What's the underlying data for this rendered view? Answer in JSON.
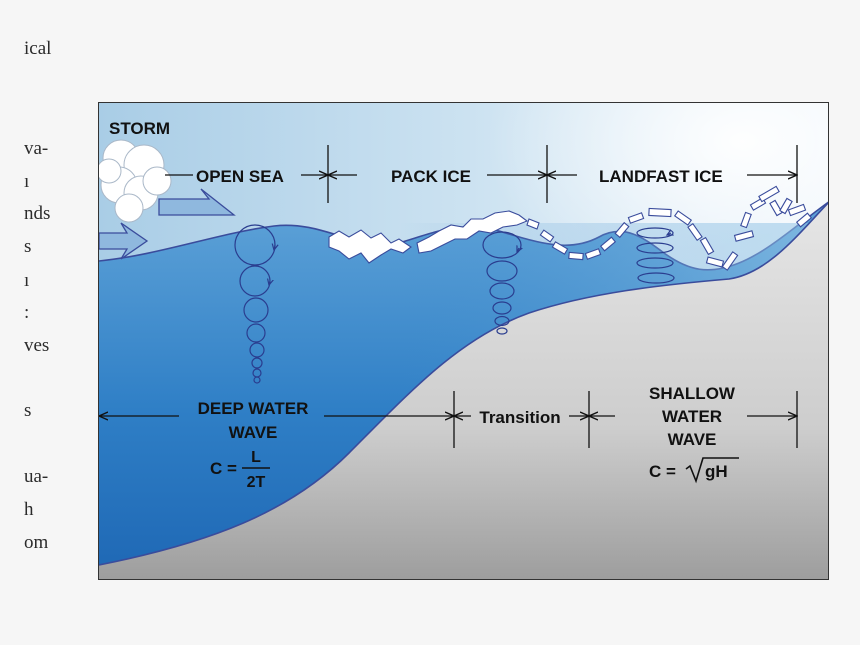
{
  "side_text": [
    "ical",
    "va-",
    "ı",
    "nds",
    "s",
    "ı",
    ":",
    "ves",
    "s",
    "ua-",
    "h",
    "om"
  ],
  "diagram": {
    "storm": "STORM",
    "zones_top": [
      "OPEN SEA",
      "PACK ICE",
      "LANDFAST ICE"
    ],
    "deep": {
      "title_line1": "DEEP WATER",
      "title_line2": "WAVE",
      "formula_lhs": "C =",
      "formula_num": "L",
      "formula_den": "2T"
    },
    "transition": "Transition",
    "shallow": {
      "line1": "SHALLOW",
      "line2": "WATER",
      "line3": "WAVE",
      "formula_lhs": "C =",
      "formula_rad": "gH"
    }
  }
}
